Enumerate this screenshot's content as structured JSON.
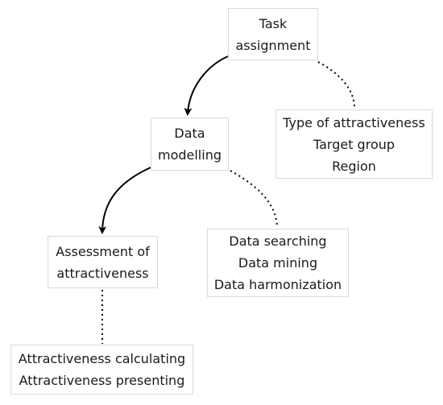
{
  "nodes": {
    "task": {
      "lines": [
        "Task",
        "assignment"
      ]
    },
    "model": {
      "lines": [
        "Data",
        "modelling"
      ]
    },
    "type": {
      "lines": [
        "Type of attractiveness",
        "Target group",
        "Region"
      ]
    },
    "assess": {
      "lines": [
        "Assessment of",
        "attractiveness"
      ]
    },
    "search": {
      "lines": [
        "Data searching",
        "Data mining",
        "Data harmonization"
      ]
    },
    "calc": {
      "lines": [
        "Attractiveness calculating",
        "Attractiveness presenting"
      ]
    }
  },
  "edges": [
    {
      "from": "task",
      "to": "model",
      "style": "arrow"
    },
    {
      "from": "task",
      "to": "type",
      "style": "dotted"
    },
    {
      "from": "model",
      "to": "assess",
      "style": "arrow"
    },
    {
      "from": "model",
      "to": "search",
      "style": "dotted"
    },
    {
      "from": "assess",
      "to": "calc",
      "style": "dotted"
    }
  ],
  "colors": {
    "line": "#000000",
    "box_border": "#d9d9d9"
  }
}
